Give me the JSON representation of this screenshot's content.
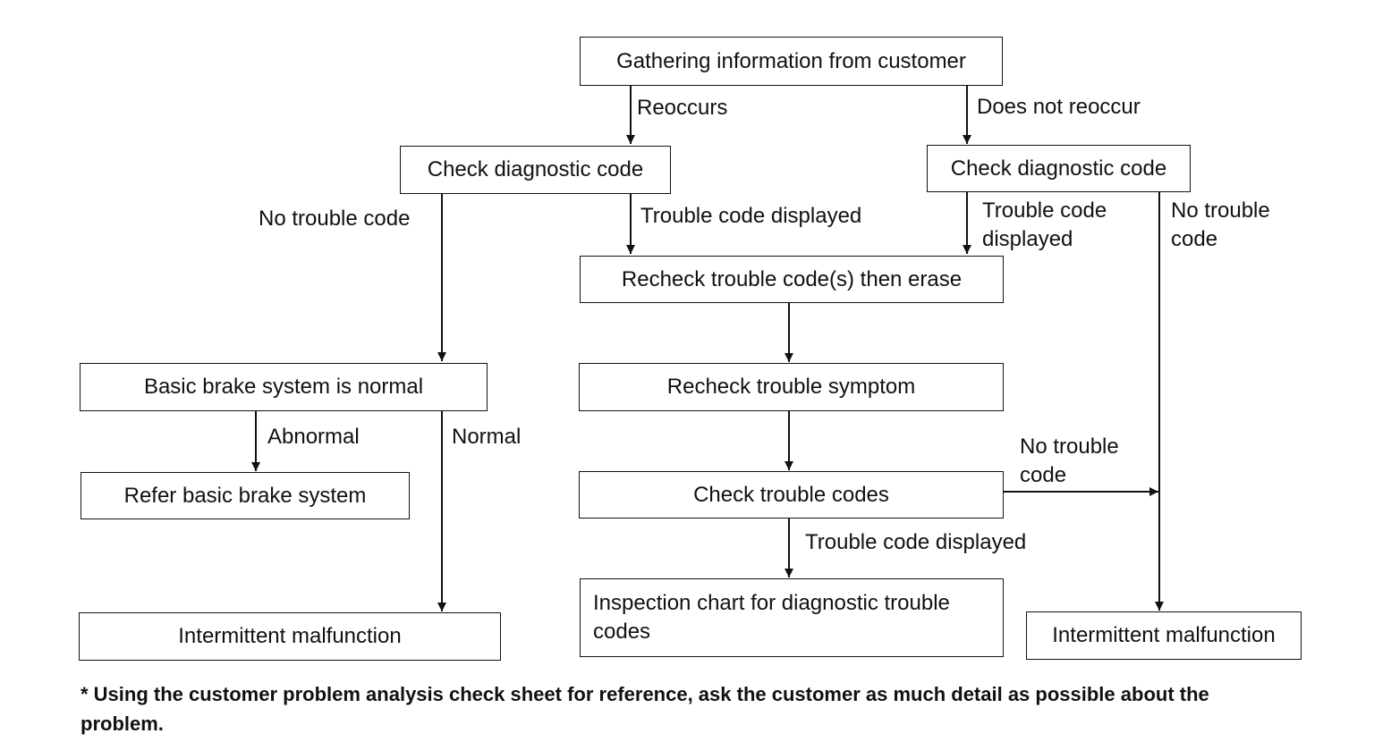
{
  "boxes": {
    "gather": "Gathering information from customer",
    "check_diag_left": "Check diagnostic code",
    "check_diag_right": "Check diagnostic code",
    "recheck_codes": "Recheck trouble code(s) then erase",
    "basic_normal": "Basic brake system is normal",
    "recheck_symptom": "Recheck trouble symptom",
    "refer_basic": "Refer basic brake system",
    "check_codes": "Check trouble codes",
    "intermittent_left": "Intermittent malfunction",
    "inspection_chart": "Inspection chart for diagnostic trouble codes",
    "intermittent_right": "Intermittent malfunction"
  },
  "labels": {
    "reoccurs": "Reoccurs",
    "not_reoccur": "Does not reoccur",
    "no_code_left": "No trouble code",
    "code_displayed_mid": "Trouble code displayed",
    "code_displayed_right_1": "Trouble code",
    "code_displayed_right_2": "displayed",
    "no_code_right_1": "No trouble",
    "no_code_right_2": "code",
    "abnormal": "Abnormal",
    "normal": "Normal",
    "no_code_check_1": "No trouble",
    "no_code_check_2": "code",
    "code_displayed_bottom": "Trouble code displayed"
  },
  "footnote": "* Using the customer problem analysis check sheet for reference, ask the customer as much detail as possible about the problem."
}
